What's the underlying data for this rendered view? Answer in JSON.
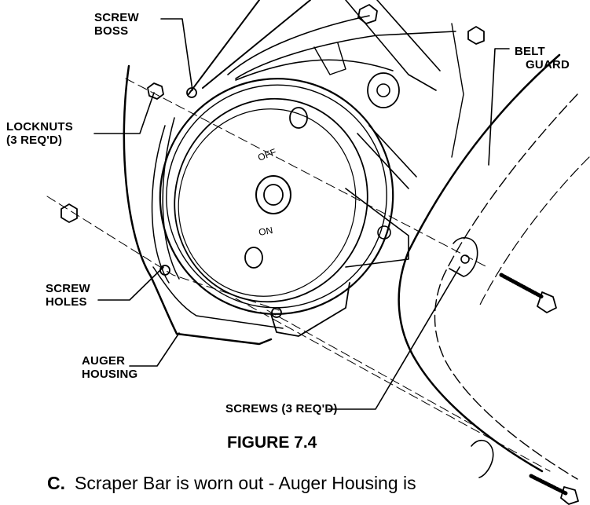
{
  "labels": {
    "screw_boss_1": "SCREW",
    "screw_boss_2": "BOSS",
    "belt_guard_1": "BELT",
    "belt_guard_2": "GUARD",
    "locknuts_1": "LOCKNUTS",
    "locknuts_2": "(3 REQ'D)",
    "screw_holes_1": "SCREW",
    "screw_holes_2": "HOLES",
    "auger_housing_1": "AUGER",
    "auger_housing_2": "HOUSING",
    "screws": "SCREWS (3 REQ'D)"
  },
  "figure_title": "FIGURE 7.4",
  "step": {
    "letter": "C.",
    "text": "Scraper Bar is worn out - Auger Housing is"
  },
  "pulley_markings": {
    "top": "OFF",
    "bottom": "ON"
  }
}
